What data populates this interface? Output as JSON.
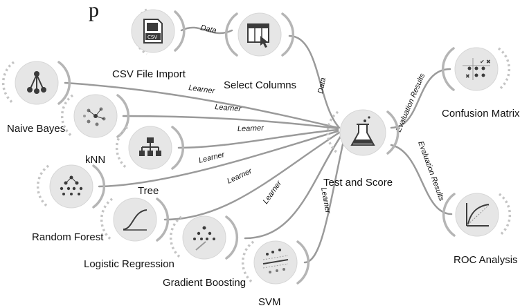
{
  "header": {
    "title_fragment": "p"
  },
  "nodes": {
    "csv_file_import": "CSV File Import",
    "select_columns": "Select Columns",
    "naive_bayes": "Naive Bayes",
    "knn": "kNN",
    "tree": "Tree",
    "random_forest": "Random Forest",
    "logistic_regression": "Logistic Regression",
    "gradient_boosting": "Gradient Boosting",
    "svm": "SVM",
    "test_and_score": "Test and Score",
    "confusion_matrix": "Confusion Matrix",
    "roc_analysis": "ROC Analysis"
  },
  "edge_labels": {
    "data": "Data",
    "learner": "Learner",
    "evaluation_results": "Evaluation Results"
  },
  "icons": {
    "csv_file_import": "csv-file-icon",
    "select_columns": "table-select-icon",
    "naive_bayes": "network-icon",
    "knn": "cluster-icon",
    "tree": "hierarchy-icon",
    "random_forest": "forest-icon",
    "logistic_regression": "sigmoid-curve-icon",
    "gradient_boosting": "boosting-tree-icon",
    "svm": "svm-scatter-icon",
    "test_and_score": "flask-icon",
    "confusion_matrix": "matrix-icon",
    "roc_analysis": "roc-curve-icon"
  },
  "colors": {
    "edge": "#9a9a9a",
    "node": "#e6e6e6",
    "icon": "#3b3b3b"
  }
}
